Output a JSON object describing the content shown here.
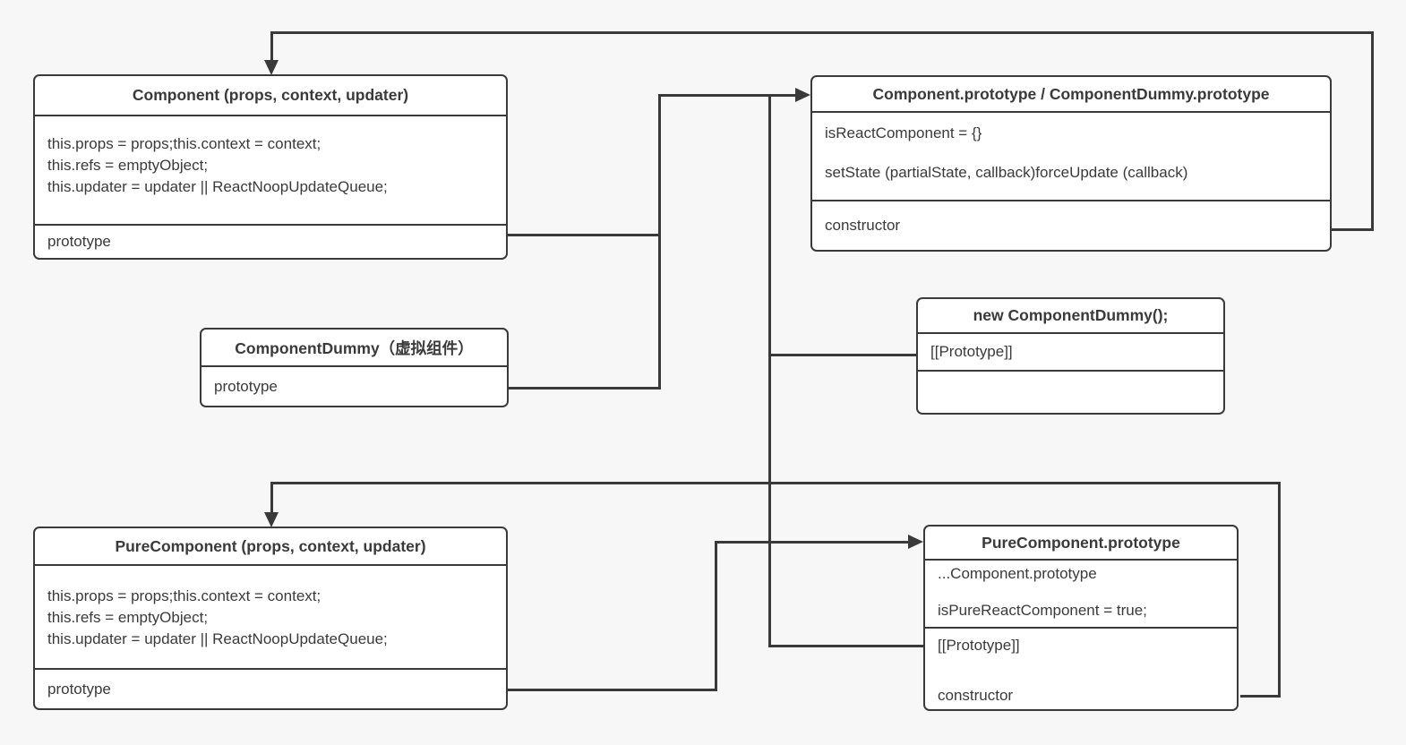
{
  "diagram": {
    "colors": {
      "background": "#f7f7f8",
      "stroke": "#3a3a3a",
      "box_fill": "#ffffff",
      "text": "#3a3a3a"
    },
    "boxes": {
      "component": {
        "title": "Component (props, context, updater)",
        "body": [
          "this.props = props;this.context = context;",
          "this.refs = emptyObject;",
          "this.updater = updater || ReactNoopUpdateQueue;"
        ],
        "footer": "prototype"
      },
      "componentPrototype": {
        "title": "Component.prototype / ComponentDummy.prototype",
        "body": [
          "isReactComponent = {}",
          "setState (partialState, callback)forceUpdate (callback)"
        ],
        "footer": "constructor"
      },
      "componentDummy": {
        "title": "ComponentDummy（虚拟组件）",
        "footer": "prototype"
      },
      "newComponentDummy": {
        "title": "new ComponentDummy();",
        "rows": [
          "[[Prototype]]",
          ""
        ]
      },
      "pureComponent": {
        "title": "PureComponent (props, context, updater)",
        "body": [
          "this.props = props;this.context = context;",
          "this.refs = emptyObject;",
          "this.updater = updater || ReactNoopUpdateQueue;"
        ],
        "footer": "prototype"
      },
      "pureComponentPrototype": {
        "title": "PureComponent.prototype",
        "section1": [
          "...Component.prototype",
          "isPureReactComponent = true;"
        ],
        "section2": [
          "[[Prototype]]",
          "constructor"
        ]
      }
    },
    "edges": [
      {
        "from": "componentPrototype.constructor",
        "to": "component"
      },
      {
        "from": "component.prototype",
        "to": "componentPrototype"
      },
      {
        "from": "componentDummy.prototype",
        "to": "componentPrototype"
      },
      {
        "from": "newComponentDummy.[[Prototype]]",
        "to": "componentPrototype"
      },
      {
        "from": "pureComponentPrototype.[[Prototype]]",
        "to": "componentPrototype"
      },
      {
        "from": "pureComponentPrototype.constructor",
        "to": "pureComponent"
      },
      {
        "from": "pureComponent.prototype",
        "to": "pureComponentPrototype"
      }
    ]
  }
}
